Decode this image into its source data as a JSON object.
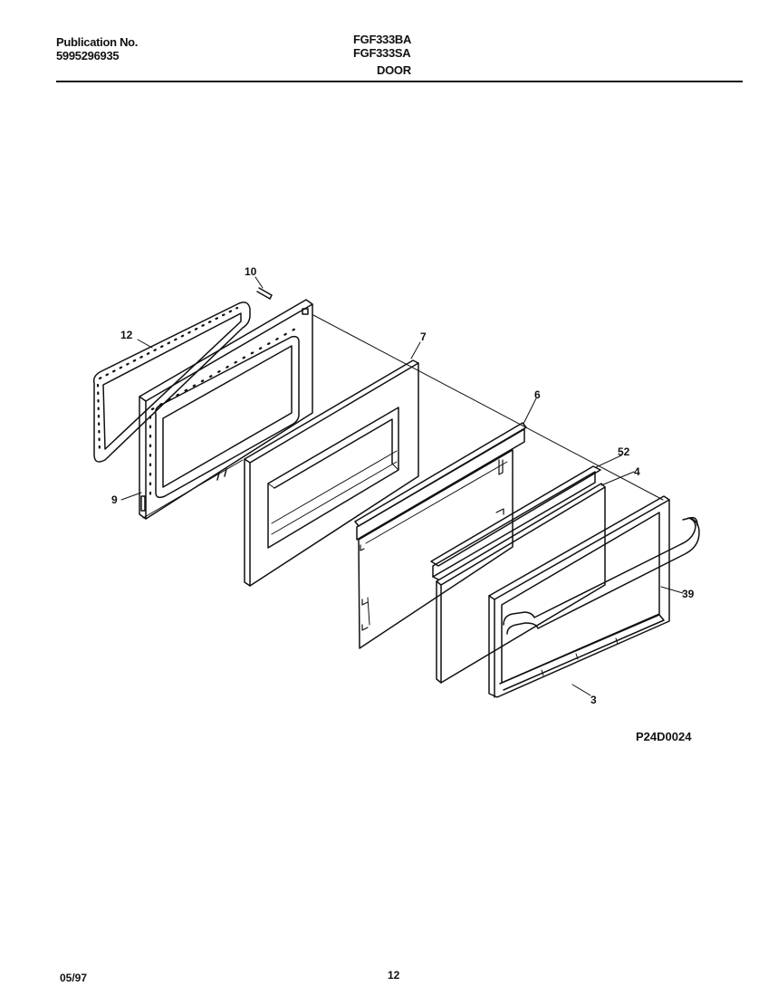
{
  "header": {
    "publication_label": "Publication No.",
    "publication_number": "5995296935",
    "models": [
      "FGF333BA",
      "FGF333SA"
    ],
    "section_title": "DOOR"
  },
  "diagram": {
    "callouts": [
      "10",
      "12",
      "9",
      "7",
      "6",
      "52",
      "4",
      "39",
      "3"
    ],
    "drawing_code": "P24D0024"
  },
  "footer": {
    "date": "05/97",
    "page": "12"
  }
}
